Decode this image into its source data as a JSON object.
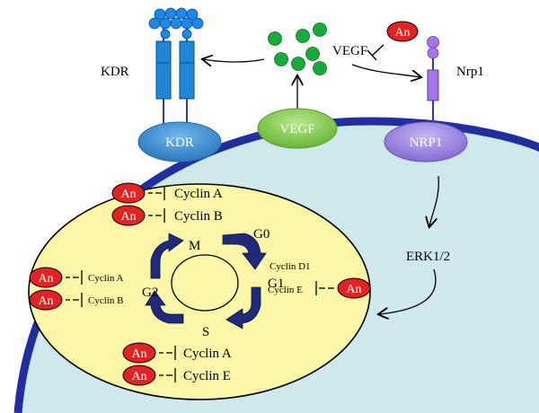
{
  "labels": {
    "kdr_left": "KDR",
    "vegf_top": "VEGF",
    "nrp1_top": "Nrp1",
    "kdr_membrane": "KDR",
    "vegf_membrane": "VEGF",
    "nrp1_membrane": "NRP1",
    "erk": "ERK1/2"
  },
  "inhibitor_label": "An",
  "cycle": {
    "phases": {
      "m": "M",
      "g0": "G0",
      "g1": "G1",
      "s": "S",
      "g2": "G2"
    },
    "top_targets": [
      "Cyclin A",
      "Cyclin B"
    ],
    "left_targets": [
      "Cyclin A",
      "Cyclin B"
    ],
    "right_targets": [
      "Cyclin D1",
      "Cyclin E"
    ],
    "bottom_targets": [
      "Cyclin A",
      "Cyclin E"
    ]
  },
  "colors": {
    "cell_fill": "#cfe8ec",
    "membrane": "#1f2f9e",
    "nucleus_fill": "#fbf6a8",
    "kdr": "#3d8fd0",
    "vegf_membrane": "#8fd05a",
    "nrp1": "#a08ae0",
    "receptor_bar": "#1e88d6",
    "ligand": "#1aaa3c",
    "inhibitor": "#e32222",
    "cycle_arrow": "#1f2a7a"
  }
}
